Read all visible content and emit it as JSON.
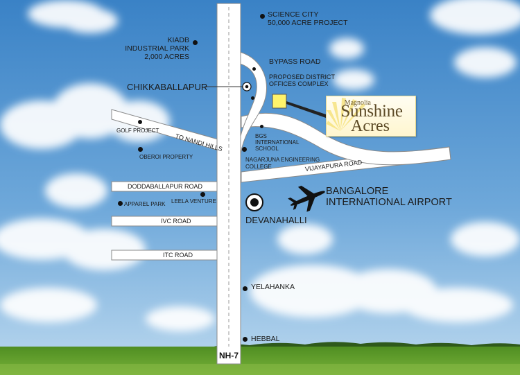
{
  "colors": {
    "sky_top": "#3a82c6",
    "sky_bottom": "#bcd9ef",
    "road": "#ffffff",
    "road_outline": "#8a8a8a",
    "grass": "#5d9a2c",
    "project_marker": "#fff36b"
  },
  "highway": {
    "name": "NH-7"
  },
  "roads": {
    "bypass": "BYPASS ROAD",
    "nandi_hills": "TO NANDI HILLS",
    "vijayapura": "VIJAYAPURA ROAD",
    "doddaballapur": "DODDABALLAPUR ROAD",
    "ivc": "IVC ROAD",
    "itc": "ITC ROAD"
  },
  "landmarks": {
    "science_city_1": "SCIENCE CITY",
    "science_city_2": "50,000 ACRE PROJECT",
    "kiadb_1": "KIADB",
    "kiadb_2": "INDUSTRIAL PARK",
    "kiadb_3": "2,000 ACRES",
    "chikkaballapur": "CHIKKABALLAPUR",
    "district_1": "PROPOSED DISTRICT",
    "district_2": "OFFICES COMPLEX",
    "golf": "GOLF PROJECT",
    "oberoi": "OBEROI PROPERTY",
    "bgs_1": "BGS",
    "bgs_2": "INTERNATIONAL",
    "bgs_3": "SCHOOL",
    "nagarjuna_1": "NAGARJUNA ENGINEERING",
    "nagarjuna_2": "COLLEGE",
    "airport_1": "BANGALORE",
    "airport_2": "INTERNATIONAL AIRPORT",
    "apparel": "APPAREL PARK",
    "leela": "LEELA VENTURE",
    "devanahalli": "DEVANAHALLI",
    "yelahanka": "YELAHANKA",
    "hebbal": "HEBBAL"
  },
  "project": {
    "brand": "Magnolia",
    "name_line1": "Sunshine",
    "name_line2": "Acres"
  },
  "icons": [
    "airplane-icon",
    "town-circle-icon",
    "project-square-icon"
  ]
}
